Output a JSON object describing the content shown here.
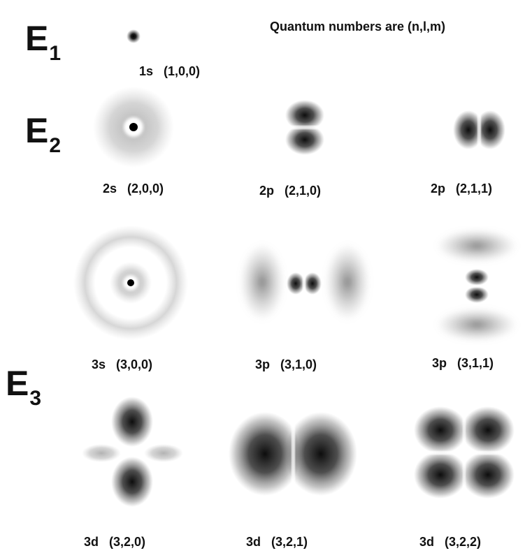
{
  "title": "Quantum numbers are (n,l,m)",
  "energy_levels": [
    {
      "letter": "E",
      "sub": "1"
    },
    {
      "letter": "E",
      "sub": "2"
    },
    {
      "letter": "E",
      "sub": "3"
    }
  ],
  "orbitals": [
    {
      "name": "1s",
      "qn": "(1,0,0)",
      "label": "1s (1,0,0)"
    },
    {
      "name": "2s",
      "qn": "(2,0,0)",
      "label": "2s (2,0,0)"
    },
    {
      "name": "2p",
      "qn": "(2,1,0)",
      "label": "2p (2,1,0)"
    },
    {
      "name": "2p",
      "qn": "(2,1,1)",
      "label": "2p (2,1,1)"
    },
    {
      "name": "3s",
      "qn": "(3,0,0)",
      "label": "3s (3,0,0)"
    },
    {
      "name": "3p",
      "qn": "(3,1,0)",
      "label": "3p (3,1,0)"
    },
    {
      "name": "3p",
      "qn": "(3,1,1)",
      "label": "3p (3,1,1)"
    },
    {
      "name": "3d",
      "qn": "(3,2,0)",
      "label": "3d (3,2,0)"
    },
    {
      "name": "3d",
      "qn": "(3,2,1)",
      "label": "3d (3,2,1)"
    },
    {
      "name": "3d",
      "qn": "(3,2,2)",
      "label": "3d (3,2,2)"
    }
  ]
}
